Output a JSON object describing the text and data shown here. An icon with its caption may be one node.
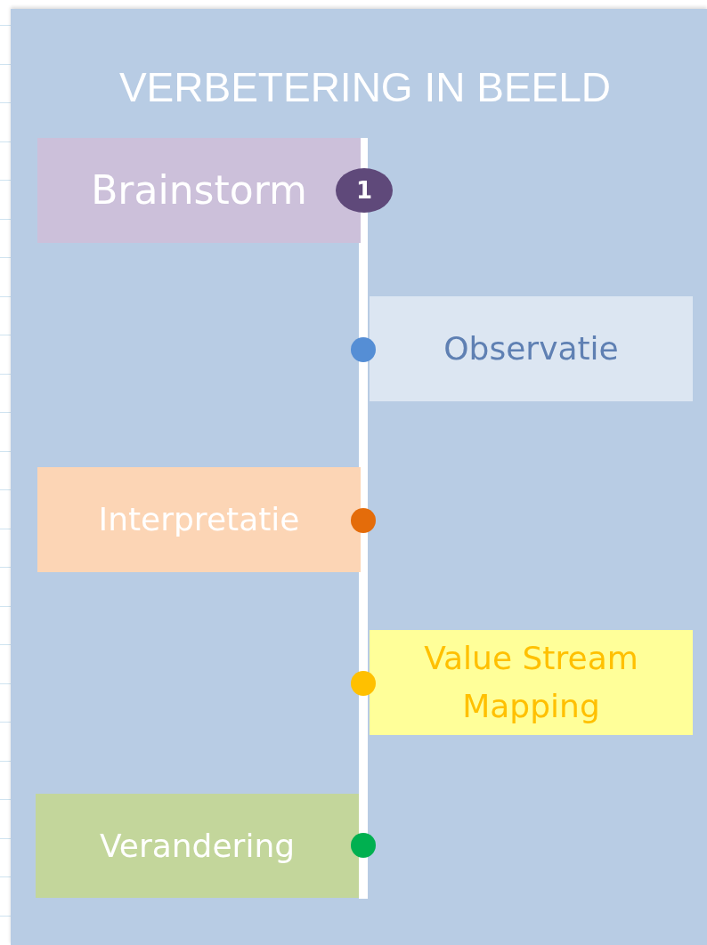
{
  "diagram": {
    "title": "VERBETERING IN BEELD",
    "nodes": [
      {
        "text": [
          "Brainstorm"
        ]
      },
      {
        "text": [
          "1"
        ]
      },
      {
        "text": [
          "Observatie"
        ]
      },
      {
        "text": [
          "Interpretatie"
        ]
      },
      {
        "text": [
          "Value Stream Mapping"
        ]
      },
      {
        "text": [
          "Verandering"
        ]
      }
    ]
  }
}
